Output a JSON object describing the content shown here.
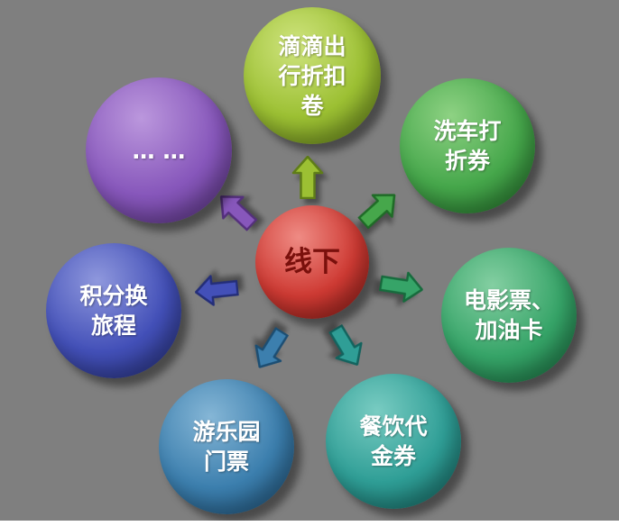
{
  "background_color": "#7f7f7f",
  "diagram": {
    "node_text_color": "#ffffff",
    "center": {
      "label": "线下",
      "colors": {
        "light": "#ef8b84",
        "base": "#ce3a33",
        "dark": "#8a1b16",
        "text": "#7a100c"
      }
    },
    "nodes": [
      {
        "id": "didi-coupon",
        "label": "滴滴出\n行折扣\n卷",
        "colors": {
          "light": "#cfe47e",
          "base": "#9cc033",
          "dark": "#5f7d18"
        }
      },
      {
        "id": "car-wash",
        "label": "洗车打\n折券",
        "colors": {
          "light": "#8ed283",
          "base": "#46a74b",
          "dark": "#1f6b27"
        }
      },
      {
        "id": "movie-gas",
        "label": "电影票、\n加油卡",
        "colors": {
          "light": "#84cfa2",
          "base": "#36a468",
          "dark": "#176b3d"
        }
      },
      {
        "id": "dining",
        "label": "餐饮代\n金券",
        "colors": {
          "light": "#79ccc2",
          "base": "#2f9e96",
          "dark": "#13635e"
        }
      },
      {
        "id": "amusement",
        "label": "游乐园\n门票",
        "colors": {
          "light": "#85b6d6",
          "base": "#3c7fae",
          "dark": "#1c4e73"
        }
      },
      {
        "id": "points-travel",
        "label": "积分换\n旅程",
        "colors": {
          "light": "#8f98dd",
          "base": "#4350b8",
          "dark": "#242e78"
        }
      },
      {
        "id": "more",
        "label": "… …",
        "colors": {
          "light": "#bb97dd",
          "base": "#8757bb",
          "dark": "#54307c"
        }
      }
    ]
  }
}
